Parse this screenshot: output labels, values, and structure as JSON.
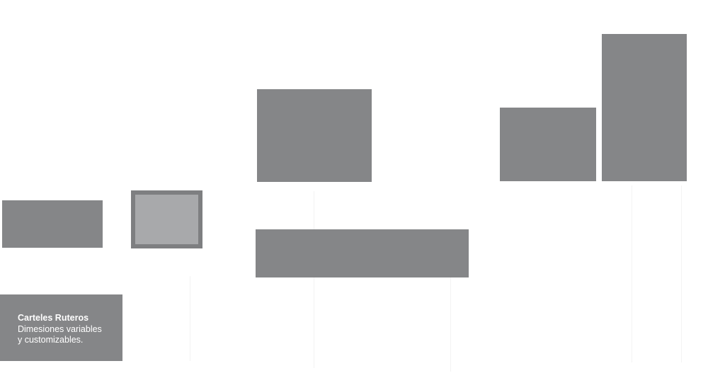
{
  "colors": {
    "background": "#ffffff",
    "sign_fill": "#858688",
    "sign_inner_light": "#a8a9ab",
    "sign_border": "#7e7f81",
    "card_text": "#ffffff"
  },
  "info_card": {
    "title": "Carteles Ruteros",
    "line1": "Dimesiones variables",
    "line2": "y customizables."
  }
}
